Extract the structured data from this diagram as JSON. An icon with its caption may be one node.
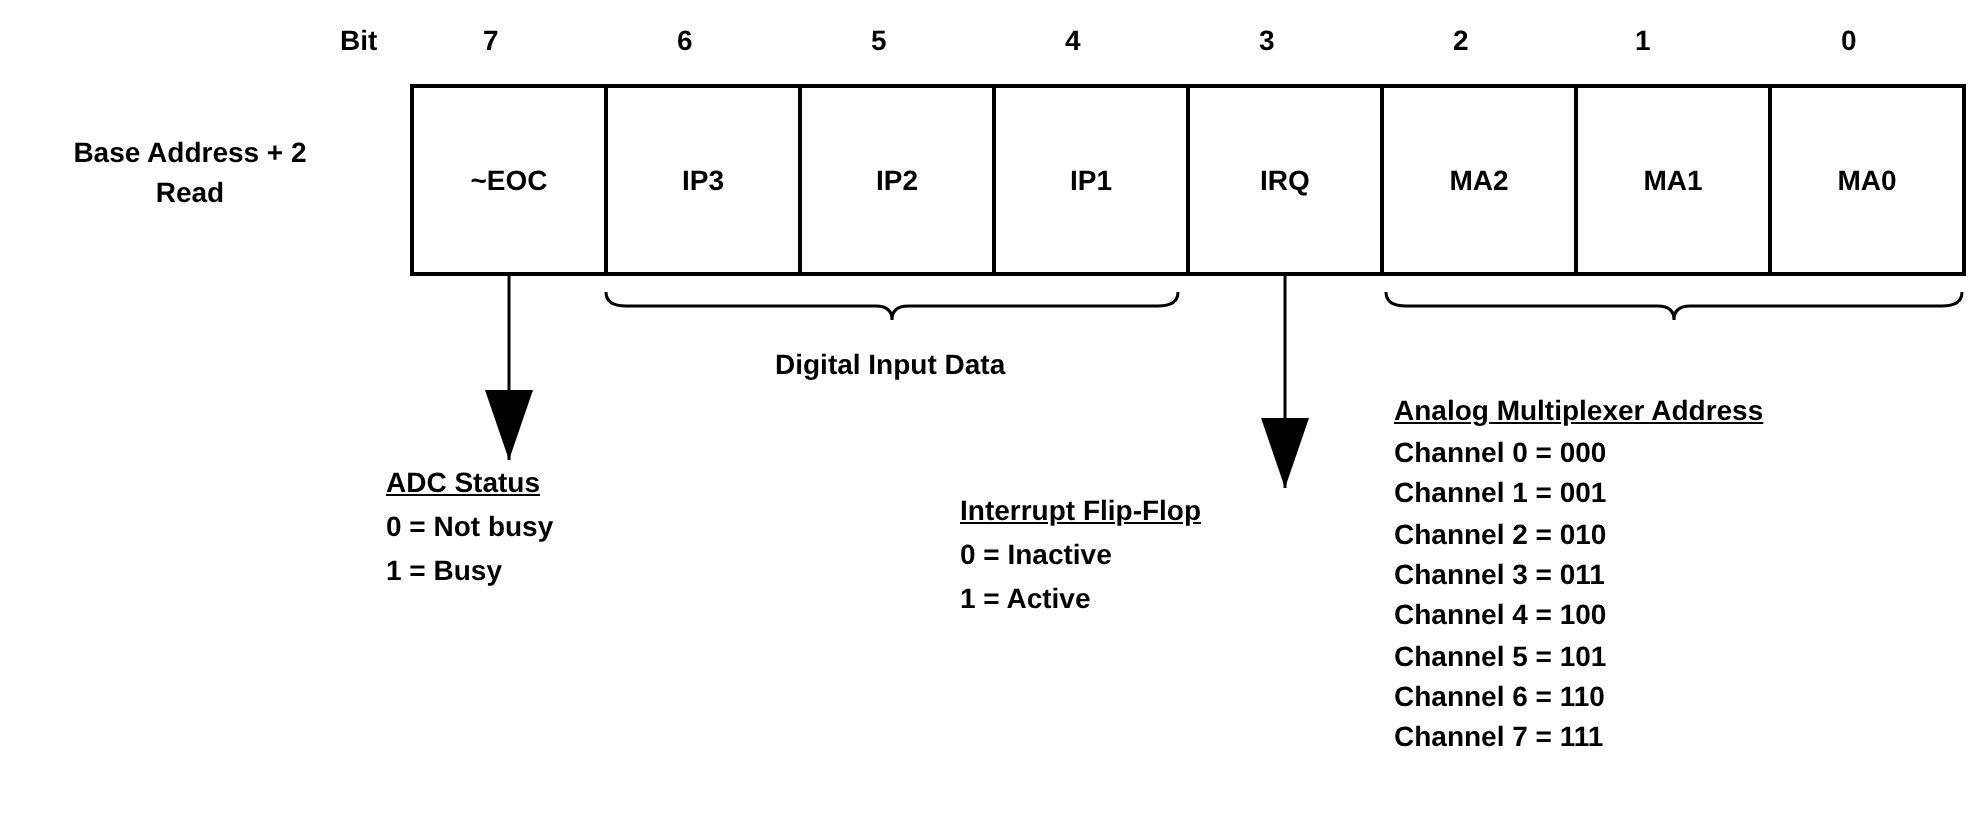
{
  "diagram": {
    "nodes": [
      {
        "text": [
          "~EOC"
        ]
      },
      {
        "text": [
          "IP3"
        ]
      },
      {
        "text": [
          "IP2"
        ]
      },
      {
        "text": [
          "IP1"
        ]
      },
      {
        "text": [
          "IRQ"
        ]
      },
      {
        "text": [
          "MA2"
        ]
      },
      {
        "text": [
          "MA1"
        ]
      },
      {
        "text": [
          "MA0"
        ]
      },
      {
        "text": [
          "ADC Status",
          "0 = Not busy",
          "1 = Busy"
        ]
      },
      {
        "text": [
          "Interrupt Flip-Flop",
          "0 = Inactive",
          "1 = Active"
        ]
      }
    ],
    "edges": [
      {
        "from": 0,
        "to": 8,
        "arrow": "to"
      },
      {
        "from": 4,
        "to": 9,
        "arrow": "to"
      }
    ],
    "labels": [
      "Bit",
      "7",
      "6",
      "5",
      "4",
      "3",
      "2",
      "1",
      "0",
      "Base Address + 2 Read",
      "Digital Input Data",
      "Analog Multiplexer Address",
      "Channel 0 = 000",
      "Channel 1 = 001",
      "Channel 2 = 010",
      "Channel 3 = 011",
      "Channel 4 = 100",
      "Channel 5 = 101",
      "Channel 6 = 110",
      "Channel 7 = 111"
    ]
  }
}
